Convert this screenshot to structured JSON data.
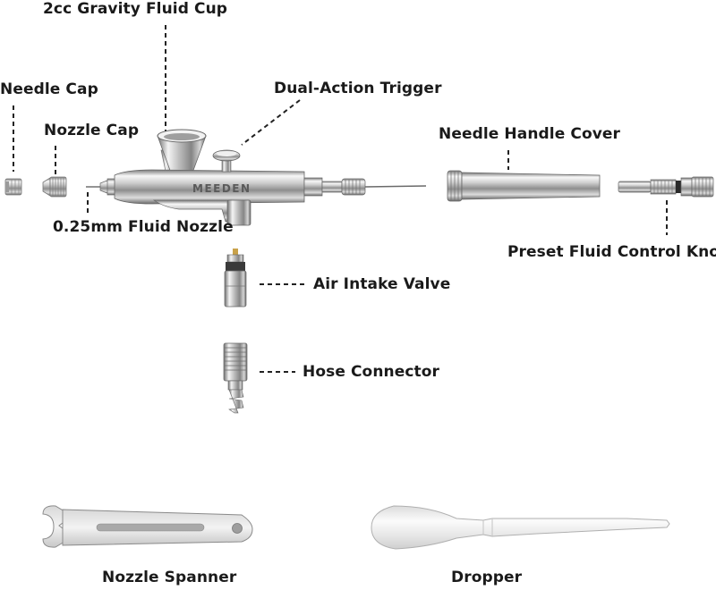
{
  "labels": {
    "gravity_cup": "2cc Gravity Fluid Cup",
    "needle_cap": "Needle Cap",
    "nozzle_cap": "Nozzle Cap",
    "trigger": "Dual-Action Trigger",
    "needle_handle_cover": "Needle Handle Cover",
    "fluid_nozzle": "0.25mm Fluid Nozzle",
    "preset_knob": "Preset Fluid Control Knob",
    "air_intake_valve": "Air Intake Valve",
    "hose_connector": "Hose Connector",
    "nozzle_spanner": "Nozzle Spanner",
    "dropper": "Dropper"
  },
  "body_engraving": "MEEDEN",
  "colors": {
    "text": "#1a1a1a",
    "leader": "#222222",
    "chrome_light": "#f4f4f4",
    "chrome_mid": "#b9b9b9",
    "chrome_dark": "#6a6a6a",
    "dropper_plastic": "#e9e9e9"
  }
}
